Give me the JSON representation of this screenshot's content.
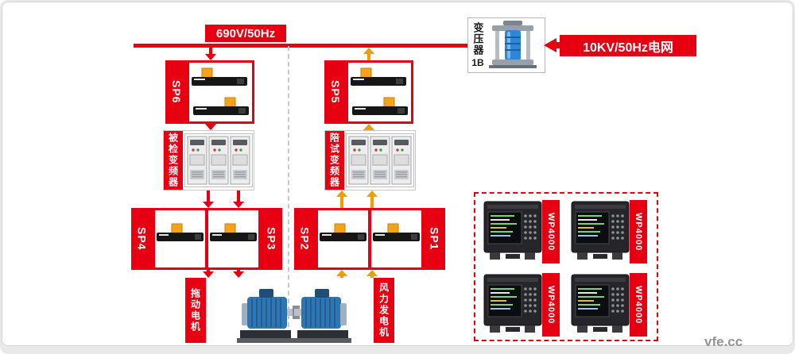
{
  "bus": {
    "label": "690V/50Hz"
  },
  "grid": {
    "label": "10KV/50Hz电网"
  },
  "transformer": {
    "name": "变压器",
    "id": "1B"
  },
  "left": {
    "sp6": "SP6",
    "converter": "被检变频器",
    "sp4": "SP4",
    "sp3": "SP3",
    "motor": "拖动电机"
  },
  "right": {
    "sp5": "SP5",
    "converter": "陪试变频器",
    "sp2": "SP2",
    "sp1": "SP1",
    "generator": "风力发电机"
  },
  "analyzers": {
    "labels": [
      "WP4000",
      "WP4000",
      "WP4000",
      "WP4000"
    ]
  },
  "watermark": "vfe.cc",
  "colors": {
    "red": "#e60012",
    "amber": "#f19d00",
    "motor_blue": "#2e75b6",
    "sensor_orange": "#f5a31a"
  }
}
